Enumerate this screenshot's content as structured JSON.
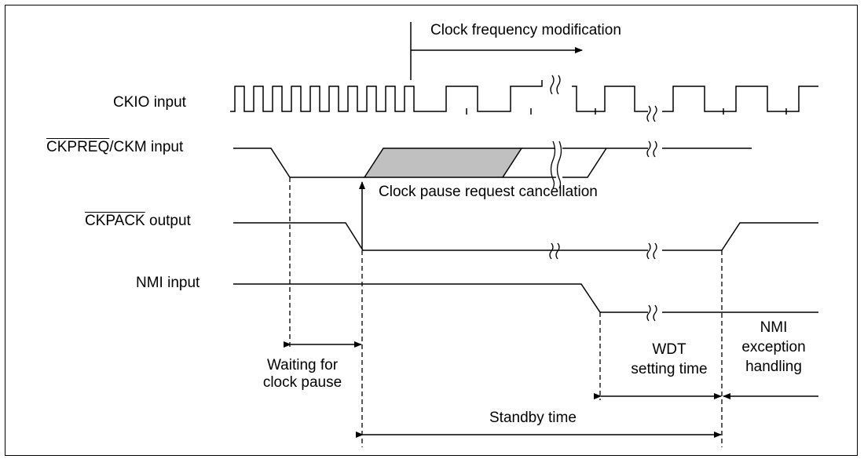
{
  "signals": {
    "ckio": "CKIO input",
    "ckpreq_bar": "CKPREQ",
    "ckpreq_rest": "/CKM input",
    "ckpack_bar": "CKPACK",
    "ckpack_rest": " output",
    "nmi": "NMI input"
  },
  "annotations": {
    "clock_freq_mod": "Clock frequency modification",
    "pause_cancel": "Clock pause request cancellation",
    "waiting_line1": "Waiting for",
    "waiting_line2": "clock pause",
    "wdt_line1": "WDT",
    "wdt_line2": "setting time",
    "nmi_exc_line1": "NMI",
    "nmi_exc_line2": "exception",
    "nmi_exc_line3": "handling",
    "standby": "Standby time"
  },
  "colors": {
    "line": "#000000",
    "shaded": "#c0c0c0"
  }
}
